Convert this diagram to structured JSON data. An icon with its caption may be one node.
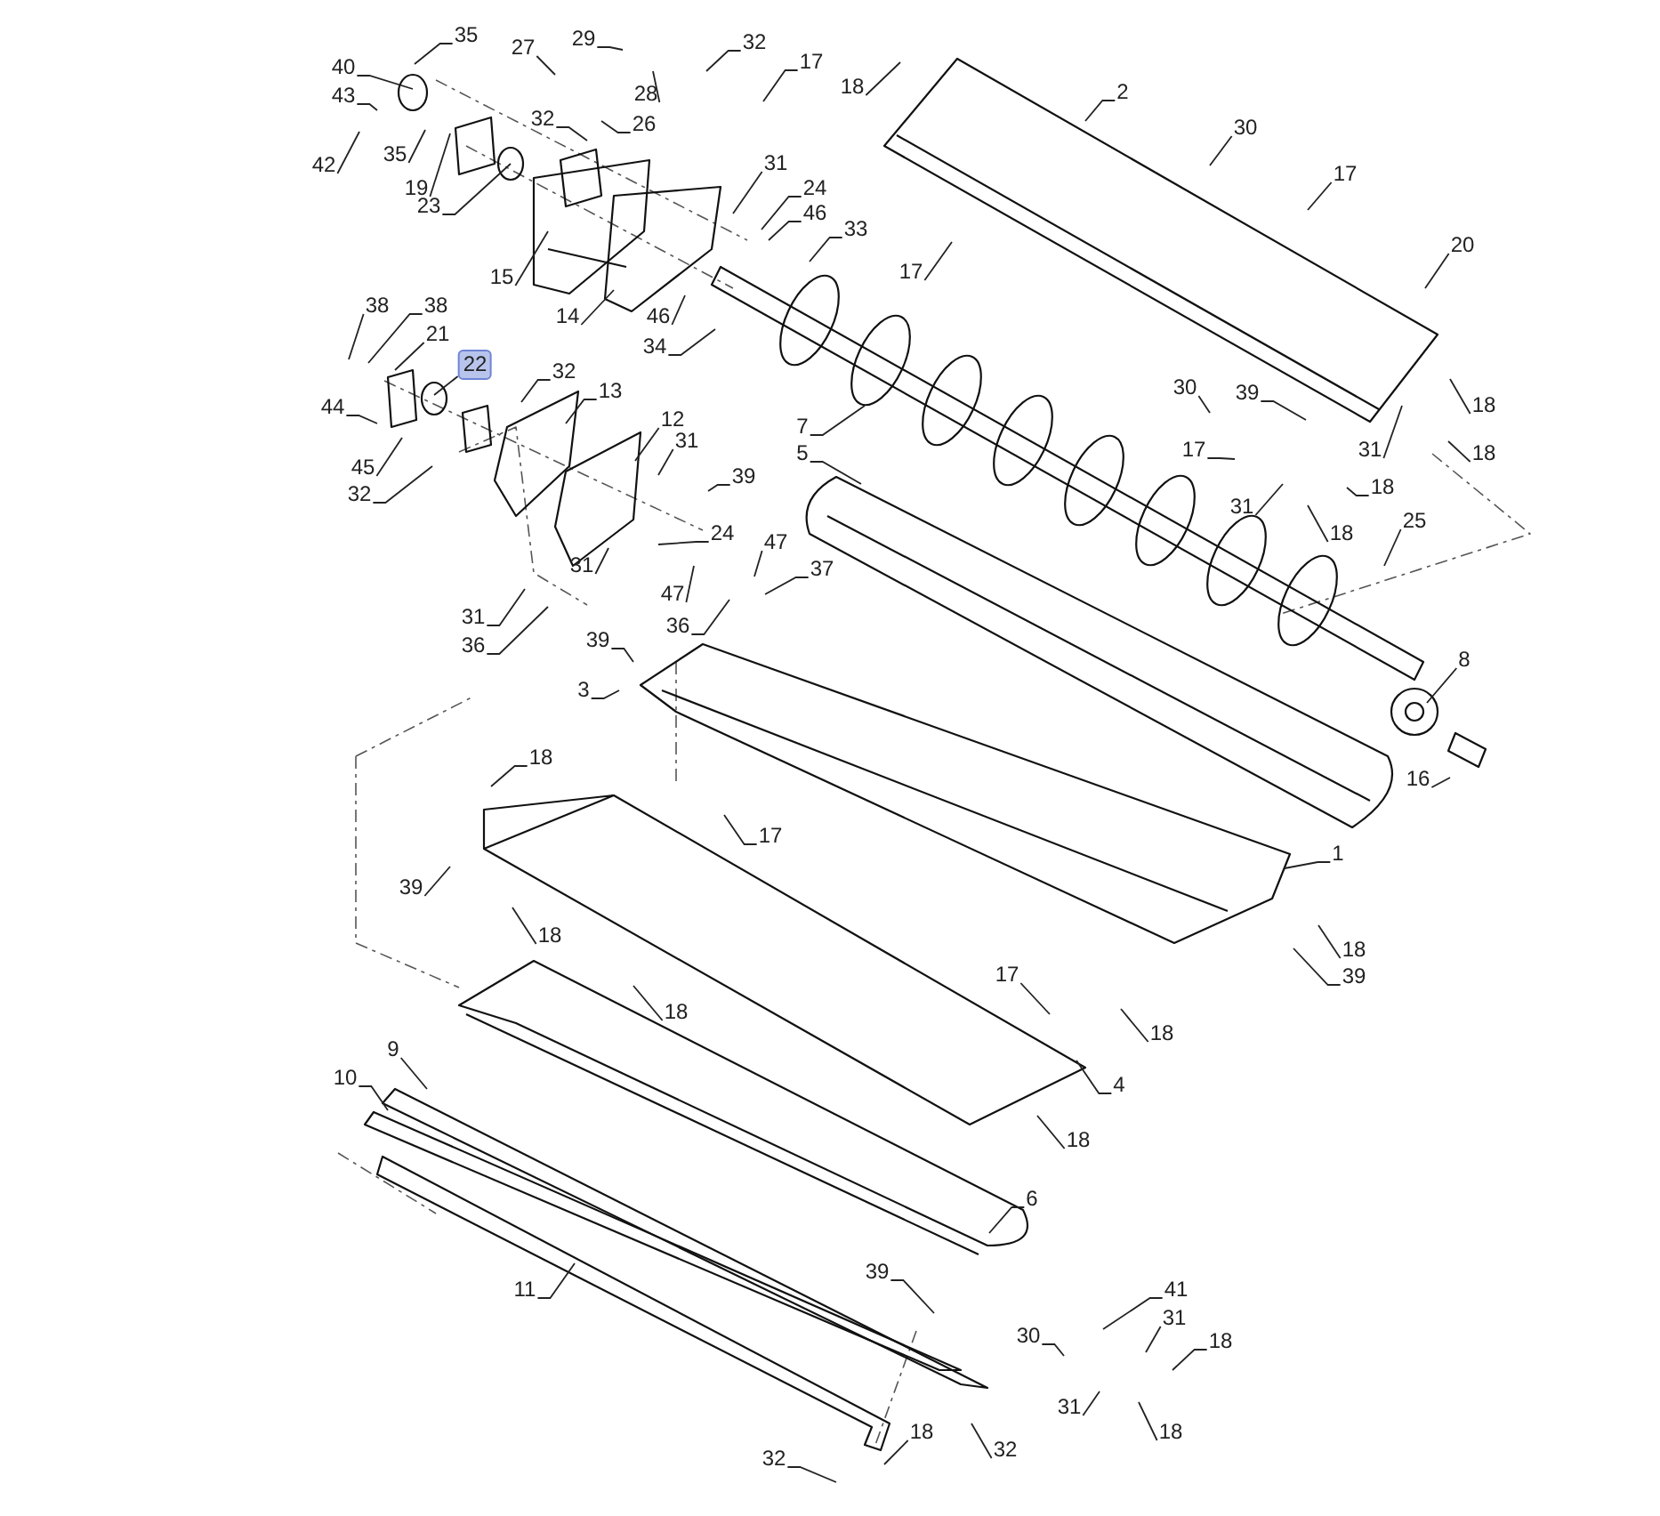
{
  "diagram": {
    "nodes": [
      {
        "text": [
          "35"
        ]
      },
      {
        "text": [
          "40"
        ]
      },
      {
        "text": [
          "43"
        ]
      },
      {
        "text": [
          "42"
        ]
      },
      {
        "text": [
          "35"
        ]
      },
      {
        "text": [
          "19"
        ]
      },
      {
        "text": [
          "23"
        ]
      },
      {
        "text": [
          "27"
        ]
      },
      {
        "text": [
          "29"
        ]
      },
      {
        "text": [
          "28"
        ]
      },
      {
        "text": [
          "26"
        ]
      },
      {
        "text": [
          "32"
        ]
      },
      {
        "text": [
          "32"
        ]
      },
      {
        "text": [
          "17"
        ]
      },
      {
        "text": [
          "31"
        ]
      },
      {
        "text": [
          "24"
        ]
      },
      {
        "text": [
          "46"
        ]
      },
      {
        "text": [
          "33"
        ]
      },
      {
        "text": [
          "15"
        ]
      },
      {
        "text": [
          "14"
        ]
      },
      {
        "text": [
          "46"
        ]
      },
      {
        "text": [
          "34"
        ]
      },
      {
        "text": [
          "38"
        ]
      },
      {
        "text": [
          "38"
        ]
      },
      {
        "text": [
          "21"
        ]
      },
      {
        "text": [
          "22"
        ]
      },
      {
        "text": [
          "44"
        ]
      },
      {
        "text": [
          "45"
        ]
      },
      {
        "text": [
          "32"
        ]
      },
      {
        "text": [
          "32"
        ]
      },
      {
        "text": [
          "13"
        ]
      },
      {
        "text": [
          "12"
        ]
      },
      {
        "text": [
          "31"
        ]
      },
      {
        "text": [
          "39"
        ]
      },
      {
        "text": [
          "31"
        ]
      },
      {
        "text": [
          "24"
        ]
      },
      {
        "text": [
          "47"
        ]
      },
      {
        "text": [
          "47"
        ]
      },
      {
        "text": [
          "37"
        ]
      },
      {
        "text": [
          "36"
        ]
      },
      {
        "text": [
          "31"
        ]
      },
      {
        "text": [
          "36"
        ]
      },
      {
        "text": [
          "39"
        ]
      },
      {
        "text": [
          "18"
        ]
      },
      {
        "text": [
          "2"
        ]
      },
      {
        "text": [
          "30"
        ]
      },
      {
        "text": [
          "17"
        ]
      },
      {
        "text": [
          "17"
        ]
      },
      {
        "text": [
          "20"
        ]
      },
      {
        "text": [
          "30"
        ]
      },
      {
        "text": [
          "39"
        ]
      },
      {
        "text": [
          "17"
        ]
      },
      {
        "text": [
          "31"
        ]
      },
      {
        "text": [
          "18"
        ]
      },
      {
        "text": [
          "18"
        ]
      },
      {
        "text": [
          "31"
        ]
      },
      {
        "text": [
          "18"
        ]
      },
      {
        "text": [
          "18"
        ]
      },
      {
        "text": [
          "25"
        ]
      },
      {
        "text": [
          "8"
        ]
      },
      {
        "text": [
          "16"
        ]
      },
      {
        "text": [
          "1"
        ]
      },
      {
        "text": [
          "18"
        ]
      },
      {
        "text": [
          "39"
        ]
      },
      {
        "text": [
          "5"
        ]
      },
      {
        "text": [
          "7"
        ]
      },
      {
        "text": [
          "3"
        ]
      },
      {
        "text": [
          "18"
        ]
      },
      {
        "text": [
          "17"
        ]
      },
      {
        "text": [
          "39"
        ]
      },
      {
        "text": [
          "18"
        ]
      },
      {
        "text": [
          "18"
        ]
      },
      {
        "text": [
          "17"
        ]
      },
      {
        "text": [
          "18"
        ]
      },
      {
        "text": [
          "4"
        ]
      },
      {
        "text": [
          "18"
        ]
      },
      {
        "text": [
          "9"
        ]
      },
      {
        "text": [
          "10"
        ]
      },
      {
        "text": [
          "6"
        ]
      },
      {
        "text": [
          "11"
        ]
      },
      {
        "text": [
          "39"
        ]
      },
      {
        "text": [
          "41"
        ]
      },
      {
        "text": [
          "31"
        ]
      },
      {
        "text": [
          "18"
        ]
      },
      {
        "text": [
          "30"
        ]
      },
      {
        "text": [
          "31"
        ]
      },
      {
        "text": [
          "18"
        ]
      },
      {
        "text": [
          "18"
        ]
      },
      {
        "text": [
          "32"
        ]
      },
      {
        "text": [
          "32"
        ]
      }
    ],
    "edges": [
      {
        "from": 0,
        "to": null,
        "arrow": "none"
      },
      {
        "from": 1,
        "to": null,
        "arrow": "none"
      },
      {
        "from": 2,
        "to": null,
        "arrow": "none"
      },
      {
        "from": 3,
        "to": null,
        "arrow": "none"
      },
      {
        "from": 4,
        "to": null,
        "arrow": "none"
      },
      {
        "from": 5,
        "to": null,
        "arrow": "none"
      },
      {
        "from": 6,
        "to": null,
        "arrow": "none"
      },
      {
        "from": 7,
        "to": null,
        "arrow": "none"
      },
      {
        "from": 8,
        "to": null,
        "arrow": "none"
      },
      {
        "from": 9,
        "to": null,
        "arrow": "none"
      },
      {
        "from": 10,
        "to": null,
        "arrow": "none"
      },
      {
        "from": 11,
        "to": null,
        "arrow": "none"
      },
      {
        "from": 12,
        "to": null,
        "arrow": "none"
      },
      {
        "from": 13,
        "to": null,
        "arrow": "none"
      },
      {
        "from": 14,
        "to": null,
        "arrow": "none"
      },
      {
        "from": 15,
        "to": null,
        "arrow": "none"
      },
      {
        "from": 16,
        "to": null,
        "arrow": "none"
      },
      {
        "from": 17,
        "to": null,
        "arrow": "none"
      },
      {
        "from": 18,
        "to": null,
        "arrow": "none"
      },
      {
        "from": 19,
        "to": null,
        "arrow": "none"
      },
      {
        "from": 20,
        "to": null,
        "arrow": "none"
      },
      {
        "from": 21,
        "to": null,
        "arrow": "none"
      },
      {
        "from": 22,
        "to": null,
        "arrow": "none"
      },
      {
        "from": 23,
        "to": null,
        "arrow": "none"
      },
      {
        "from": 24,
        "to": null,
        "arrow": "none"
      },
      {
        "from": 25,
        "to": null,
        "arrow": "none"
      },
      {
        "from": 26,
        "to": null,
        "arrow": "none"
      },
      {
        "from": 27,
        "to": null,
        "arrow": "none"
      },
      {
        "from": 28,
        "to": null,
        "arrow": "none"
      },
      {
        "from": 29,
        "to": null,
        "arrow": "none"
      },
      {
        "from": 30,
        "to": null,
        "arrow": "none"
      },
      {
        "from": 31,
        "to": null,
        "arrow": "none"
      },
      {
        "from": 32,
        "to": null,
        "arrow": "none"
      },
      {
        "from": 33,
        "to": null,
        "arrow": "none"
      },
      {
        "from": 34,
        "to": null,
        "arrow": "none"
      },
      {
        "from": 35,
        "to": null,
        "arrow": "none"
      },
      {
        "from": 36,
        "to": null,
        "arrow": "none"
      },
      {
        "from": 37,
        "to": null,
        "arrow": "none"
      },
      {
        "from": 38,
        "to": null,
        "arrow": "none"
      },
      {
        "from": 39,
        "to": null,
        "arrow": "none"
      },
      {
        "from": 40,
        "to": null,
        "arrow": "none"
      },
      {
        "from": 41,
        "to": null,
        "arrow": "none"
      },
      {
        "from": 42,
        "to": null,
        "arrow": "none"
      },
      {
        "from": 43,
        "to": null,
        "arrow": "none"
      },
      {
        "from": 44,
        "to": null,
        "arrow": "none"
      },
      {
        "from": 45,
        "to": null,
        "arrow": "none"
      },
      {
        "from": 46,
        "to": null,
        "arrow": "none"
      },
      {
        "from": 47,
        "to": null,
        "arrow": "none"
      },
      {
        "from": 48,
        "to": null,
        "arrow": "none"
      },
      {
        "from": 49,
        "to": null,
        "arrow": "none"
      },
      {
        "from": 50,
        "to": null,
        "arrow": "none"
      },
      {
        "from": 51,
        "to": null,
        "arrow": "none"
      },
      {
        "from": 52,
        "to": null,
        "arrow": "none"
      },
      {
        "from": 53,
        "to": null,
        "arrow": "none"
      },
      {
        "from": 54,
        "to": null,
        "arrow": "none"
      },
      {
        "from": 55,
        "to": null,
        "arrow": "none"
      },
      {
        "from": 56,
        "to": null,
        "arrow": "none"
      },
      {
        "from": 57,
        "to": null,
        "arrow": "none"
      },
      {
        "from": 58,
        "to": null,
        "arrow": "none"
      },
      {
        "from": 59,
        "to": null,
        "arrow": "none"
      },
      {
        "from": 60,
        "to": null,
        "arrow": "none"
      },
      {
        "from": 61,
        "to": null,
        "arrow": "none"
      },
      {
        "from": 62,
        "to": null,
        "arrow": "none"
      },
      {
        "from": 63,
        "to": null,
        "arrow": "none"
      },
      {
        "from": 64,
        "to": null,
        "arrow": "none"
      },
      {
        "from": 65,
        "to": null,
        "arrow": "none"
      },
      {
        "from": 66,
        "to": null,
        "arrow": "none"
      },
      {
        "from": 67,
        "to": null,
        "arrow": "none"
      },
      {
        "from": 68,
        "to": null,
        "arrow": "none"
      },
      {
        "from": 69,
        "to": null,
        "arrow": "none"
      },
      {
        "from": 70,
        "to": null,
        "arrow": "none"
      },
      {
        "from": 71,
        "to": null,
        "arrow": "none"
      },
      {
        "from": 72,
        "to": null,
        "arrow": "none"
      },
      {
        "from": 73,
        "to": null,
        "arrow": "none"
      },
      {
        "from": 74,
        "to": null,
        "arrow": "none"
      },
      {
        "from": 75,
        "to": null,
        "arrow": "none"
      },
      {
        "from": 76,
        "to": null,
        "arrow": "none"
      },
      {
        "from": 77,
        "to": null,
        "arrow": "none"
      },
      {
        "from": 78,
        "to": null,
        "arrow": "none"
      },
      {
        "from": 79,
        "to": null,
        "arrow": "none"
      },
      {
        "from": 80,
        "to": null,
        "arrow": "none"
      },
      {
        "from": 81,
        "to": null,
        "arrow": "none"
      },
      {
        "from": 82,
        "to": null,
        "arrow": "none"
      },
      {
        "from": 83,
        "to": null,
        "arrow": "none"
      },
      {
        "from": 84,
        "to": null,
        "arrow": "none"
      },
      {
        "from": 85,
        "to": null,
        "arrow": "none"
      },
      {
        "from": 86,
        "to": null,
        "arrow": "none"
      },
      {
        "from": 87,
        "to": null,
        "arrow": "none"
      },
      {
        "from": 88,
        "to": null,
        "arrow": "none"
      },
      {
        "from": 89,
        "to": null,
        "arrow": "none"
      }
    ]
  }
}
